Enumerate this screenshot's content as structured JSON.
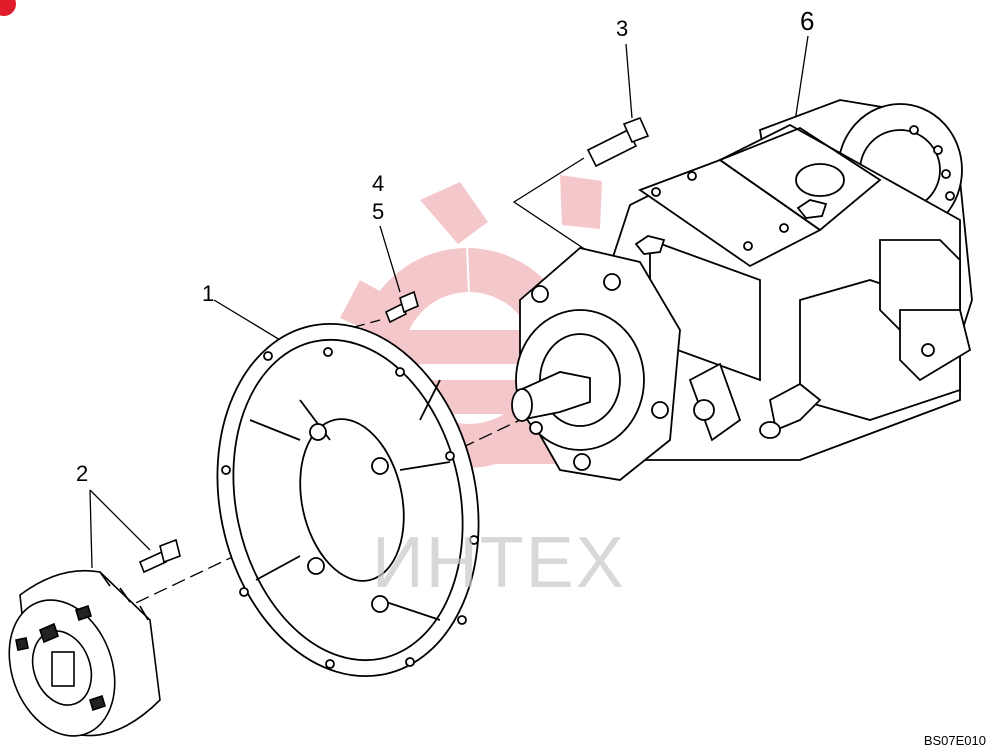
{
  "diagram": {
    "callouts": {
      "c1": "1",
      "c2": "2",
      "c3": "3",
      "c4": "4",
      "c5": "5",
      "c6": "6"
    },
    "doc_code": "BS07E010"
  },
  "watermark": {
    "text": "ИНТЕХ",
    "color": "#e8a4a8"
  },
  "colors": {
    "line": "#000000",
    "accent": "#e01b2a"
  }
}
